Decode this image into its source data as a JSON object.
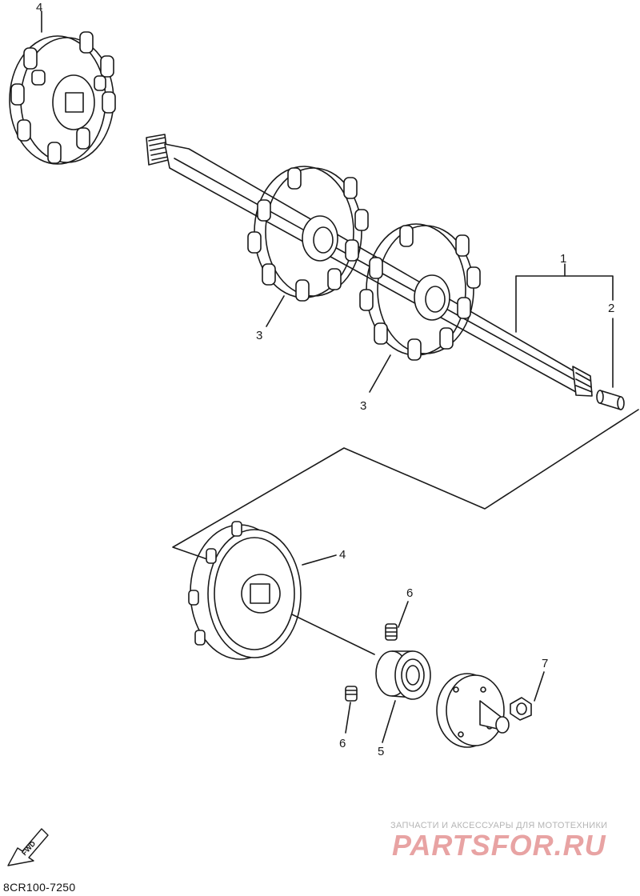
{
  "callouts": {
    "c1": "1",
    "c2": "2",
    "c3a": "3",
    "c3b": "3",
    "c4a": "4",
    "c4b": "4",
    "c5": "5",
    "c6a": "6",
    "c6b": "6",
    "c7": "7"
  },
  "fwd_label": "FWD",
  "diagram_code": "8CR100-7250",
  "watermark": {
    "tagline": "ЗАПЧАСТИ И АКСЕССУАРЫ ДЛЯ МОТОТЕХНИКИ",
    "logo": "PARTSFOR.RU"
  },
  "colors": {
    "line": "#1a1a1a",
    "watermark_red": "#e8a3a3",
    "watermark_grey": "#b5b5b5"
  }
}
